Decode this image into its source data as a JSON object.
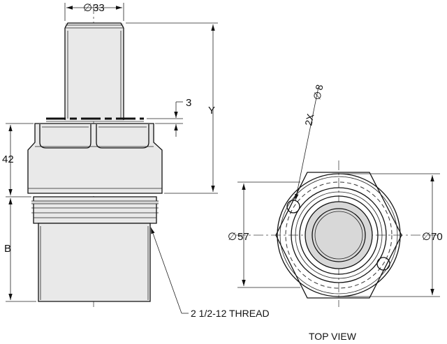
{
  "colors": {
    "line": "#111111",
    "shade": "#d8d8d8",
    "background": "#ffffff"
  },
  "dimensions": {
    "tube_dia": "33",
    "step": "3",
    "height_y": "Y",
    "height_42": "42",
    "height_b": "B",
    "hole_callout": "2X",
    "hole_dia": "8",
    "dia_57": "57",
    "dia_70": "70",
    "thread": "2 1/2-12 THREAD",
    "dia_symbol": "∅"
  },
  "views": {
    "top_view_label": "TOP VIEW"
  }
}
